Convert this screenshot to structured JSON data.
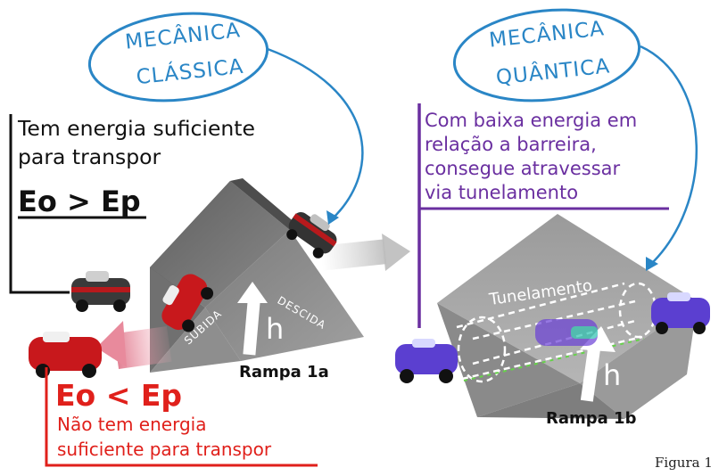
{
  "classical": {
    "bubble_line1": "MECÂNICA",
    "bubble_line2": "CLÁSSICA",
    "text_line1": "Tem energia suficiente",
    "text_line2": "para transpor",
    "inequality": "Eo > Ep",
    "ramp_label": "Rampa 1a",
    "up_label": "SUBIDA",
    "down_label": "DESCIDA",
    "height_label": "h"
  },
  "quantum": {
    "bubble_line1": "MECÂNICA",
    "bubble_line2": "QUÂNTICA",
    "text_line1": "Com baixa energia em",
    "text_line2": "relação a barreira,",
    "text_line3": "consegue atravessar",
    "text_line4": "via tunelamento",
    "tunnel_label": "Tunelamento",
    "ramp_label": "Rampa 1b",
    "height_label": "h"
  },
  "low_energy": {
    "inequality": "Eo < Ep",
    "text_line1": "Não tem energia",
    "text_line2": "suficiente para transpor"
  },
  "caption": "Figura 1",
  "colors": {
    "classical_blue": "#2a86c6",
    "quantum_purple": "#6a2fa0",
    "failure_red": "#e0201b",
    "ramp_gray": "#6f6f6f"
  }
}
